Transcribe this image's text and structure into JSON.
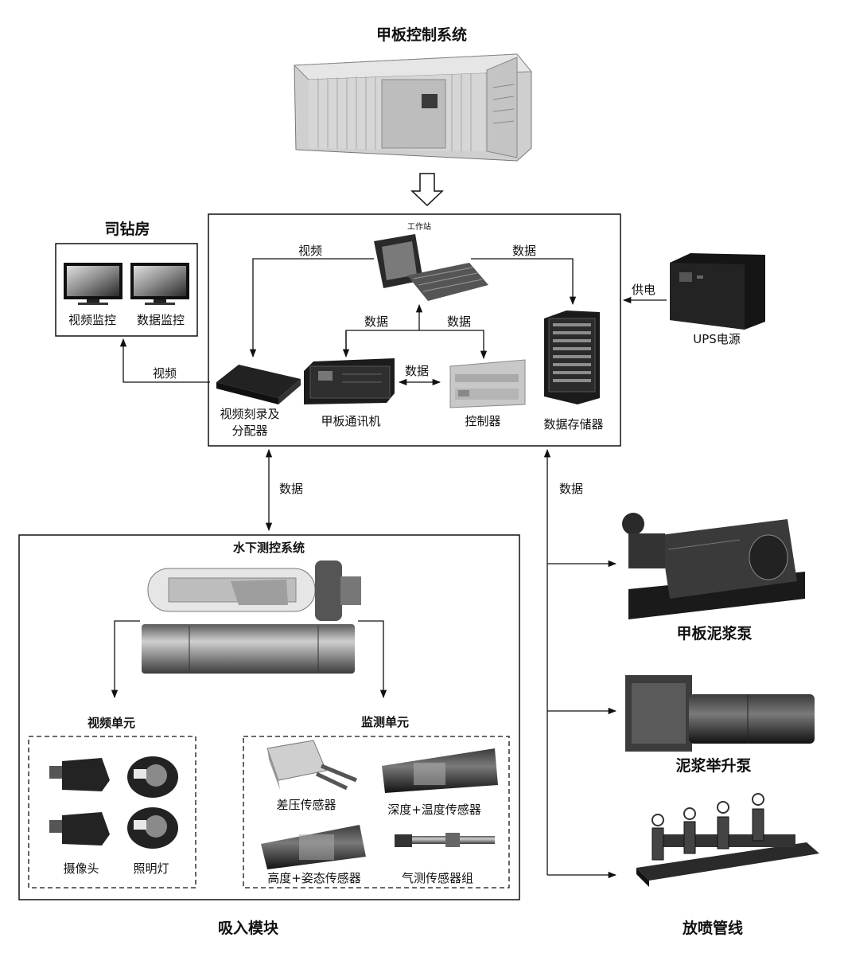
{
  "titles": {
    "deck_control": "甲板控制系统",
    "driller_room": "司钻房",
    "underwater": "水下测控系统",
    "video_unit": "视频单元",
    "monitor_unit": "监测单元",
    "suction_module": "吸入模块",
    "deck_mud_pump": "甲板泥浆泵",
    "mud_lift_pump": "泥浆举升泵",
    "blowout_line": "放喷管线"
  },
  "devices": {
    "workstation": "工作站",
    "video_monitor": "视频监控",
    "data_monitor": "数据监控",
    "video_recorder_l1": "视频刻录及",
    "video_recorder_l2": "分配器",
    "comm_pc": "甲板通讯机",
    "controller": "控制器",
    "storage": "数据存储器",
    "ups": "UPS电源",
    "camera": "摄像头",
    "light": "照明灯",
    "diff_pressure": "差压传感器",
    "depth_temp": "深度+温度传感器",
    "height_attitude": "高度+姿态传感器",
    "gas_sensors": "气测传感器组"
  },
  "links": {
    "video_top": "视频",
    "data_top": "数据",
    "data_left": "数据",
    "data_right": "数据",
    "data_mid": "数据",
    "power": "供电",
    "video_left": "视频",
    "data_down": "数据",
    "data_side": "数据"
  }
}
